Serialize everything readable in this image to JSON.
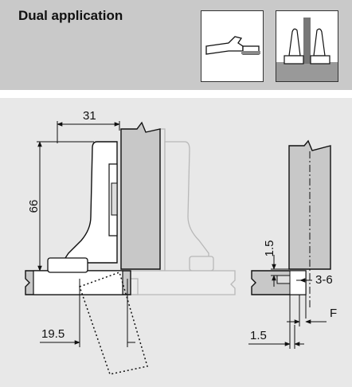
{
  "header": {
    "title": "Dual application"
  },
  "dimensions": {
    "width": "31",
    "height": "66",
    "offset": "19.5",
    "gap_vertical": "1.5",
    "overlay_range": "3-6",
    "f_label": "F",
    "gap_bottom": "1.5"
  }
}
